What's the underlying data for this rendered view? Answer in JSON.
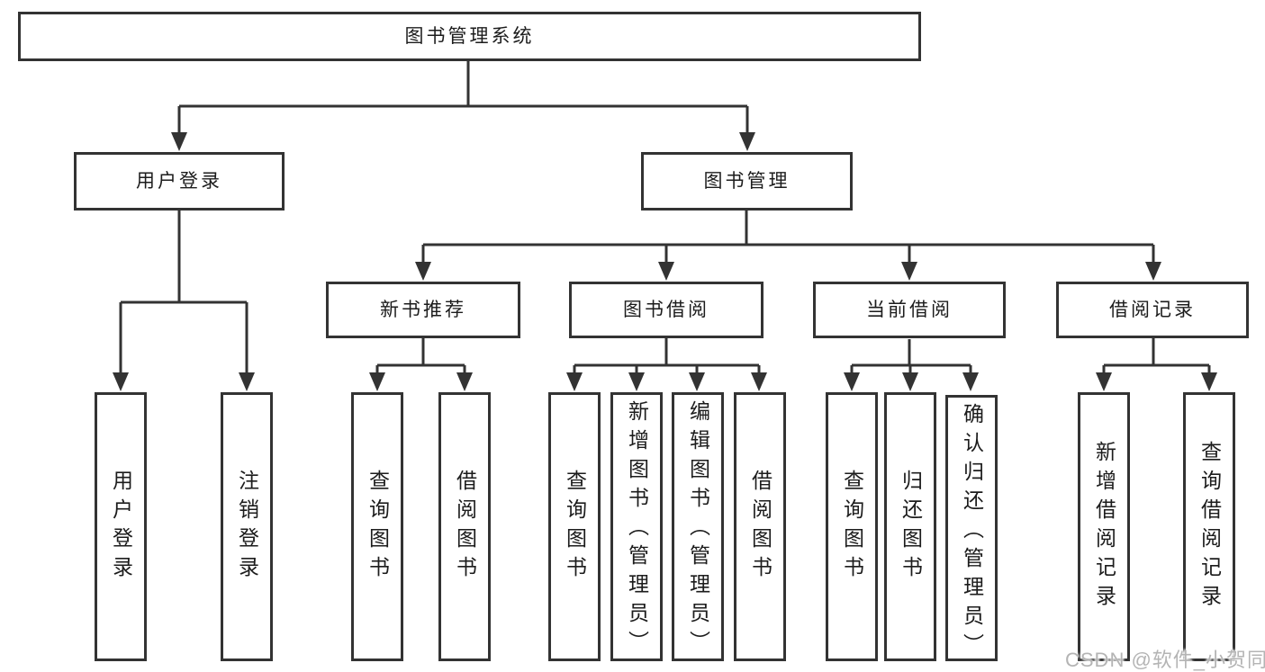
{
  "diagram": {
    "root": {
      "label": "图书管理系统"
    },
    "level2": [
      {
        "label": "用户登录",
        "children": [
          {
            "label": "用户登录"
          },
          {
            "label": "注销登录"
          }
        ]
      },
      {
        "label": "图书管理",
        "children": [
          {
            "label": "新书推荐",
            "children": [
              {
                "label": "查询图书"
              },
              {
                "label": "借阅图书"
              }
            ]
          },
          {
            "label": "图书借阅",
            "children": [
              {
                "label": "查询图书"
              },
              {
                "label": "新增图书（管理员）"
              },
              {
                "label": "编辑图书（管理员）"
              },
              {
                "label": "借阅图书"
              }
            ]
          },
          {
            "label": "当前借阅",
            "children": [
              {
                "label": "查询图书"
              },
              {
                "label": "归还图书"
              },
              {
                "label": "确认归还（管理员）"
              }
            ]
          },
          {
            "label": "借阅记录",
            "children": [
              {
                "label": "新增借阅记录"
              },
              {
                "label": "查询借阅记录"
              }
            ]
          }
        ]
      }
    ]
  },
  "watermark": {
    "text": "CSDN @软件_小贺同学"
  },
  "colors": {
    "line": "#333333",
    "box_border": "#333333",
    "box_bg": "#ffffff",
    "text": "#1c1c1c",
    "watermark": "#b4b4b4"
  }
}
